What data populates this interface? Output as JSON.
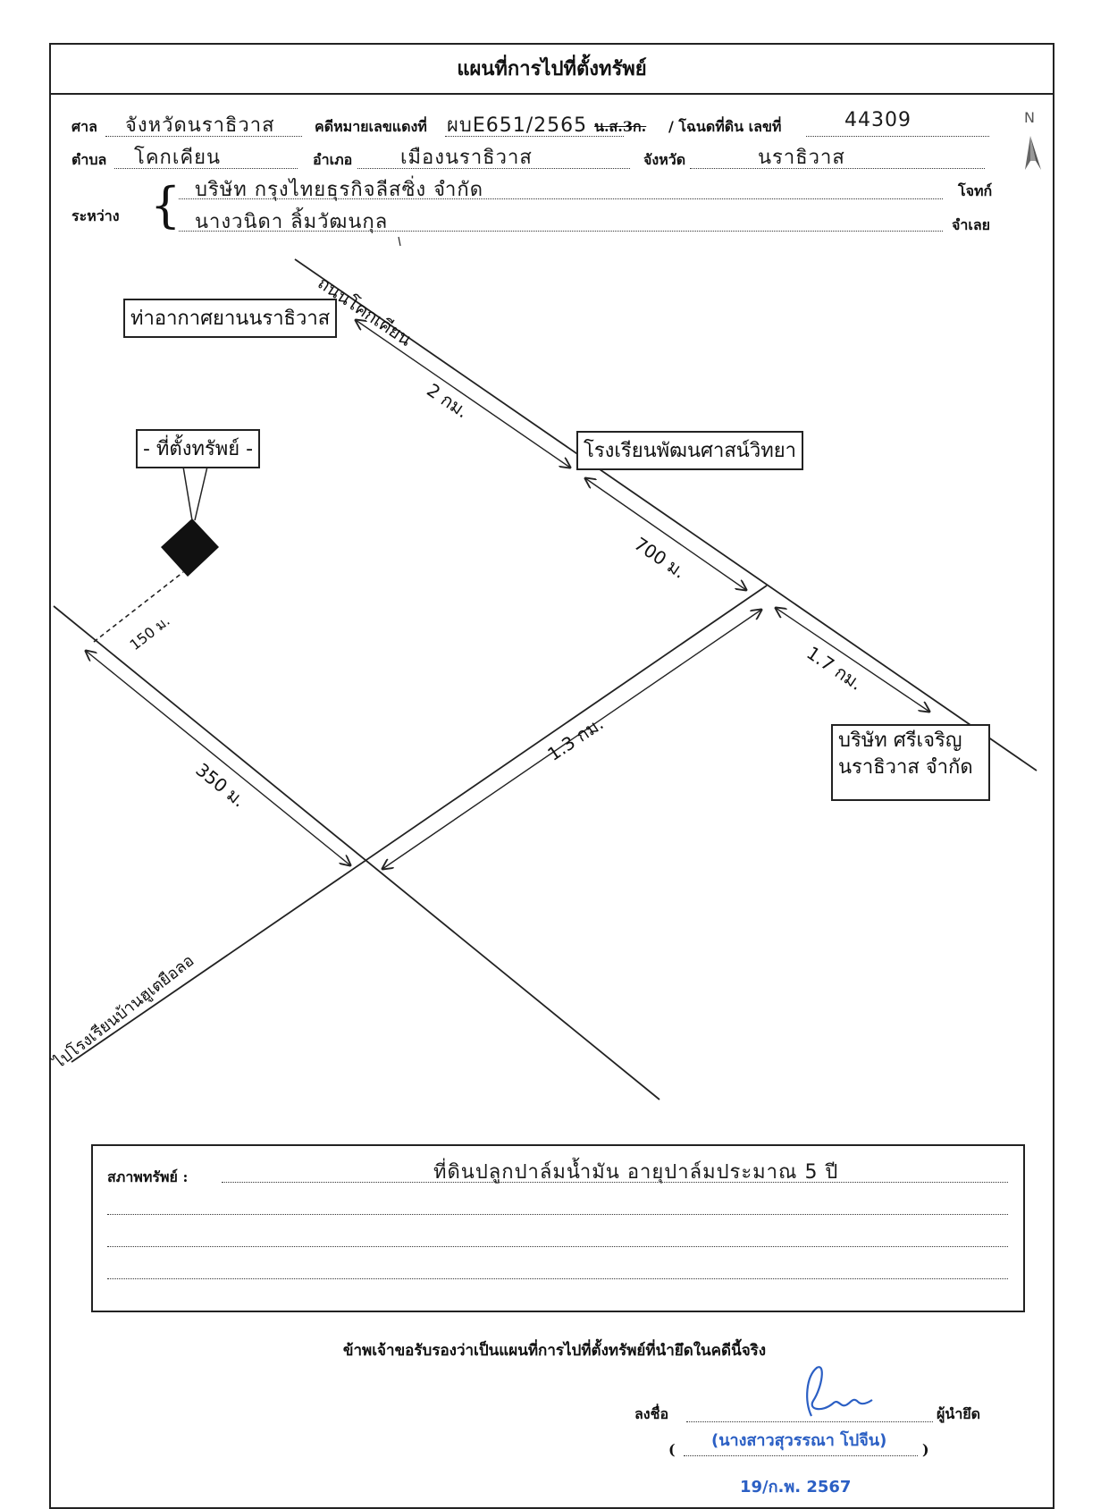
{
  "document": {
    "title": "แผนที่การไปที่ตั้งทรัพย์"
  },
  "header": {
    "court_label": "ศาล",
    "court_value": "จังหวัดนราธิวาส",
    "case_label": "คดีหมายเลขแดงที่",
    "case_value": "ผบE651/2565",
    "strike_text": "น.ส.3ก.",
    "title_deed_label": "/ โฉนดที่ดิน เลขที่",
    "title_deed_value": "44309",
    "subdistrict_label": "ตำบล",
    "subdistrict_value": "โคกเคียน",
    "district_label": "อำเภอ",
    "district_value": "เมืองนราธิวาส",
    "province_label": "จังหวัด",
    "province_value": "นราธิวาส",
    "between_label": "ระหว่าง",
    "plaintiff_value": "บริษัท กรุงไทยธุรกิจลีสซิ่ง จำกัด",
    "plaintiff_label": "โจทก์",
    "defendant_value": "นางวนิดา ลิ้มวัฒนกุล",
    "defendant_label": "จำเลย",
    "north_label": "N"
  },
  "map": {
    "airport": "ท่าอากาศยานนราธิวาส",
    "road_name": "ถนนโคกเคียน",
    "property": "- ที่ตั้งทรัพย์ -",
    "school": "โรงเรียนพัฒนศาสน์วิทยา",
    "company_line1": "บริษัท ศรีเจริญ",
    "company_line2": "นราธิวาส จำกัด",
    "dist_2km": "2 กม.",
    "dist_700m": "700 ม.",
    "dist_1_7km": "1.7 กม.",
    "dist_1_3km": "1.3 กม.",
    "dist_350m": "350 ม.",
    "dist_150m": "150 ม.",
    "to_school": "ไปโรงเรียนบ้านฮูเตยือลอ"
  },
  "condition": {
    "label": "สภาพทรัพย์ :",
    "value": "ที่ดินปลูกปาล์มน้ำมัน อายุปาล์มประมาณ 5 ปี"
  },
  "certification": {
    "statement": "ข้าพเจ้าขอรับรองว่าเป็นแผนที่การไปที่ตั้งทรัพย์ที่นำยึดในคดีนี้จริง",
    "sign_label": "ลงชื่อ",
    "seizer_label": "ผู้นำยึด",
    "open_paren": "(",
    "close_paren": ")",
    "name": "(นางสาวสุวรรณา โปจีน)",
    "date": "19/ก.พ. 2567"
  }
}
